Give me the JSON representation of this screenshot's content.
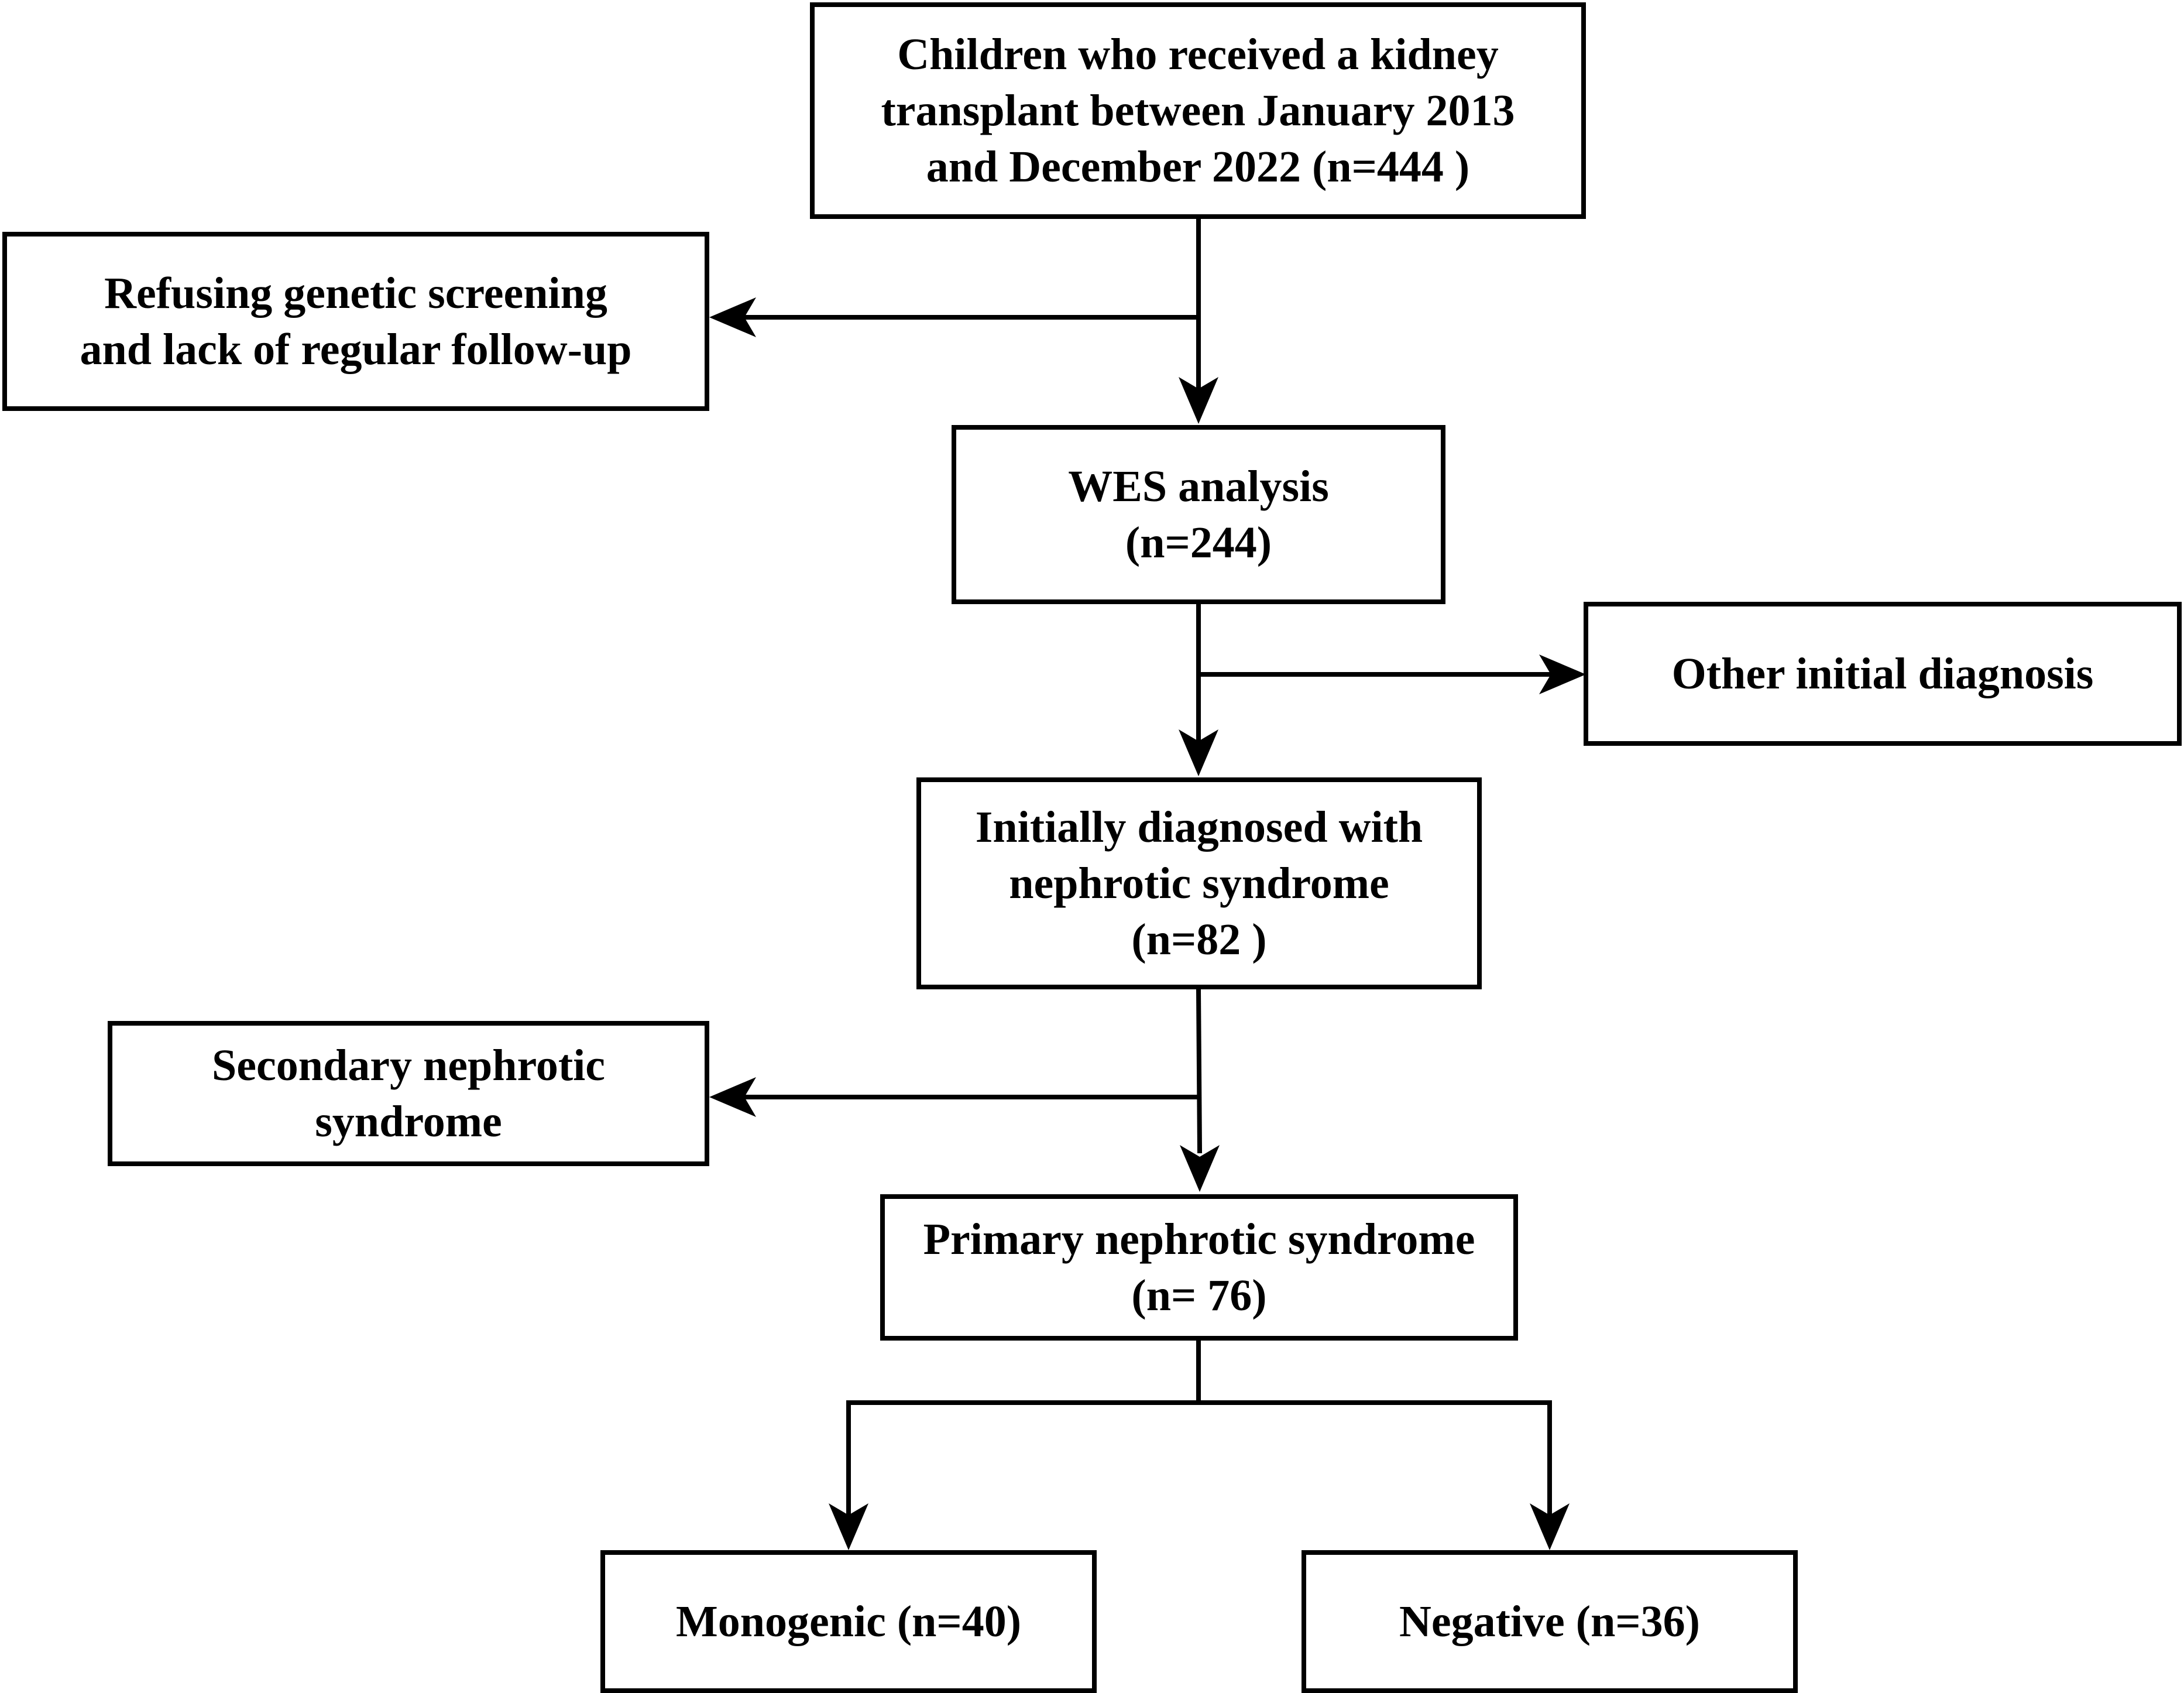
{
  "nodes": {
    "total": {
      "lines": [
        "Children who received a kidney",
        "transplant between January 2013",
        "and December 2022 (n=444 )"
      ]
    },
    "excluded_screening": {
      "lines": [
        "Refusing genetic screening",
        "and lack of regular follow-up"
      ]
    },
    "wes": {
      "lines": [
        "WES analysis",
        "(n=244)"
      ]
    },
    "other_diagnosis": {
      "lines": [
        "Other initial diagnosis"
      ]
    },
    "nephrotic": {
      "lines": [
        "Initially diagnosed with",
        "nephrotic syndrome",
        "(n=82 )"
      ]
    },
    "secondary": {
      "lines": [
        "Secondary nephrotic",
        "syndrome"
      ]
    },
    "primary": {
      "lines": [
        "Primary nephrotic syndrome",
        "(n= 76)"
      ]
    },
    "monogenic": {
      "lines": [
        "Monogenic (n=40)"
      ]
    },
    "negative": {
      "lines": [
        "Negative (n=36)"
      ]
    }
  },
  "colors": {
    "stroke": "#000000",
    "fill": "#ffffff"
  }
}
